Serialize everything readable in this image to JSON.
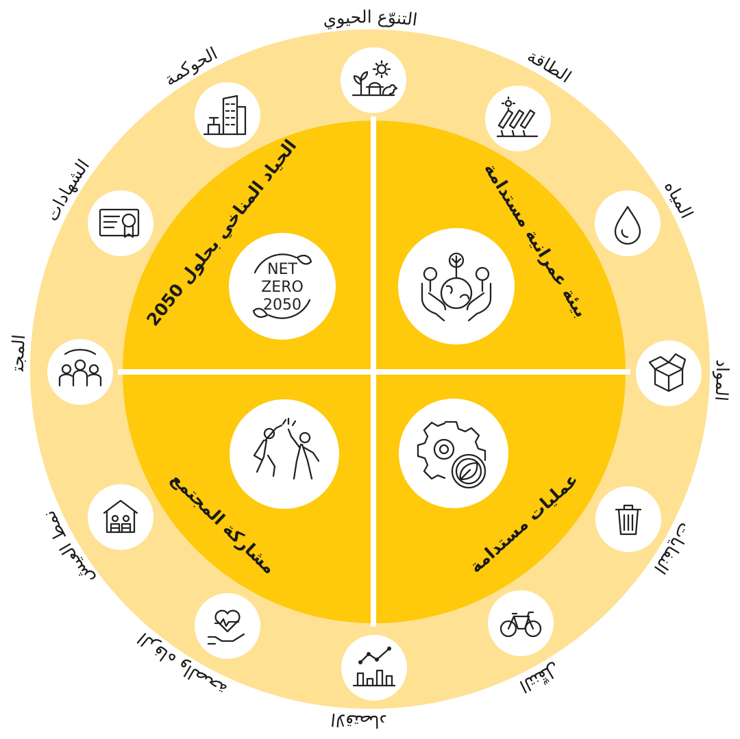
{
  "colors": {
    "outer_ring": "#FEE192",
    "inner_disc": "#FFC90C",
    "icon_circle": "#FFFFFF",
    "divider": "#FFFFFF",
    "text": "#1A1A1A"
  },
  "outer_items": [
    {
      "label": "التنوّع الحيوي",
      "icon": "biodiversity-icon"
    },
    {
      "label": "الطاقة",
      "icon": "solar-panels-icon"
    },
    {
      "label": "المياه",
      "icon": "water-drop-icon"
    },
    {
      "label": "المواد",
      "icon": "box-icon"
    },
    {
      "label": "النفايات",
      "icon": "trash-bin-icon"
    },
    {
      "label": "التنقّل",
      "icon": "bicycle-icon"
    },
    {
      "label": "الاقتصاد",
      "icon": "growth-chart-icon"
    },
    {
      "label": "الرفاه والصحة",
      "icon": "heart-hand-icon"
    },
    {
      "label": "نمط العيش",
      "icon": "family-home-icon"
    },
    {
      "label": "المجتمع",
      "icon": "community-group-icon"
    },
    {
      "label": "الشهادات",
      "icon": "certificate-icon"
    },
    {
      "label": "الحوكمة",
      "icon": "buildings-icon"
    }
  ],
  "quadrants": [
    {
      "label": "بيئة عمرانية مستدامة",
      "icon": "hands-globe-trees-icon"
    },
    {
      "label": "الحياد المناخي بحلول 2050",
      "icon": "net-zero-icon"
    },
    {
      "label": "مشاركة المجتمع",
      "icon": "high-five-icon"
    },
    {
      "label": "عمليات مستدامة",
      "icon": "gear-leaf-icon"
    }
  ],
  "net_zero_badge": {
    "line1": "NET",
    "line2": "ZERO",
    "line3": "2050"
  }
}
